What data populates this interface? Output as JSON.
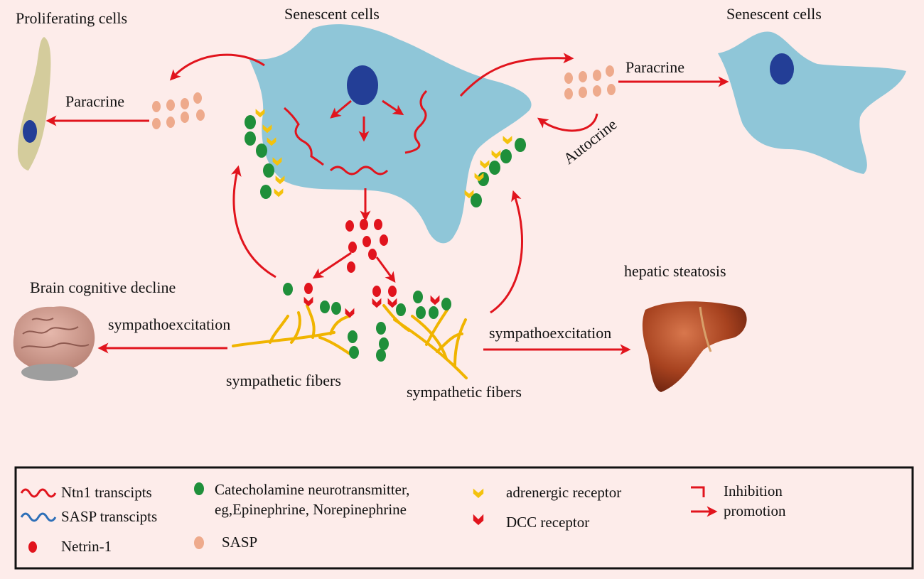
{
  "labels": {
    "proliferating_cells": "Proliferating cells",
    "senescent_cells_center": "Senescent cells",
    "senescent_cells_right": "Senescent cells",
    "paracrine_left": "Paracrine",
    "paracrine_right": "Paracrine",
    "autocrine": "Autocrine",
    "brain_cognitive_decline": "Brain cognitive decline",
    "sympathoexcitation_left": "sympathoexcitation",
    "sympathoexcitation_right": "sympathoexcitation",
    "sympathetic_fibers_left": "sympathetic fibers",
    "sympathetic_fibers_right": "sympathetic fibers",
    "hepatic_steatosis": "hepatic steatosis"
  },
  "legend": {
    "ntn1_transcripts": "Ntn1 transcipts",
    "sasp_transcripts": "SASP transcipts",
    "netrin1": "Netrin-1",
    "catecholamine_line1": "Catecholamine neurotransmitter,",
    "catecholamine_line2": "eg,Epinephrine, Norepinephrine",
    "sasp": "SASP",
    "adrenergic_receptor": "adrenergic receptor",
    "dcc_receptor": "DCC receptor",
    "inhibition": "Inhibition",
    "promotion": "promotion"
  },
  "colors": {
    "background": "#fdecea",
    "cell_blue": "#8fc6d8",
    "nucleus": "#233e96",
    "arrow_red": "#e1141d",
    "netrin_red": "#e1141d",
    "catecholamine_green": "#1f8f3a",
    "sasp_salmon": "#eeaa8c",
    "receptor_yellow": "#f4c20d",
    "fiber_yellow": "#f0b400",
    "sasp_transcript_blue": "#2d6fb8",
    "proliferating_cell": "#d4cc9c"
  }
}
